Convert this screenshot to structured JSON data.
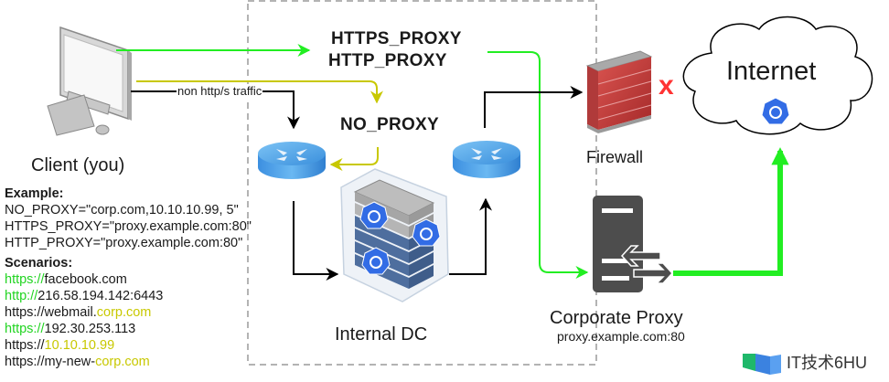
{
  "nodes": {
    "client": {
      "label": "Client (you)",
      "icon": "desktop-computer-icon"
    },
    "proxy_vars": {
      "https": "HTTPS_PROXY",
      "http": "HTTP_PROXY"
    },
    "no_proxy": {
      "label": "NO_PROXY"
    },
    "firewall": {
      "label": "Firewall",
      "icon": "brick-firewall-icon",
      "blocked_mark": "x"
    },
    "internet": {
      "label": "Internet",
      "icon": "kubernetes-icon"
    },
    "internal_dc": {
      "label": "Internal DC",
      "icon": "server-rack-kubernetes-icon"
    },
    "corporate_proxy": {
      "label": "Corporate Proxy",
      "sublabel": "proxy.example.com:80",
      "icon": "proxy-server-icon"
    },
    "router_left": {
      "icon": "router-icon"
    },
    "router_right": {
      "icon": "router-icon"
    }
  },
  "edges": {
    "non_http_label": "non http/s traffic"
  },
  "colors": {
    "proxy_path": "#22ee22",
    "no_proxy_path": "#c8c800",
    "default_path": "#000000",
    "blocked": "#ff3333",
    "dc_boundary": "#b3b3b3"
  },
  "example": {
    "heading": "Example:",
    "lines": [
      "NO_PROXY=\"corp.com,10.10.10.99, 5\"",
      "HTTPS_PROXY=\"proxy.example.com:80\"",
      "HTTP_PROXY=\"proxy.example.com:80\""
    ]
  },
  "scenarios": {
    "heading": "Scenarios:",
    "items": [
      {
        "prefix": "https://",
        "rest": "facebook.com",
        "prefix_color": "green",
        "rest_color": "default"
      },
      {
        "prefix": "http://",
        "rest": "216.58.194.142:6443",
        "prefix_color": "green",
        "rest_color": "default"
      },
      {
        "prefix": "https://webmail.",
        "rest": "corp.com",
        "prefix_color": "default",
        "rest_color": "yellow"
      },
      {
        "prefix": "https://",
        "rest": "192.30.253.113",
        "prefix_color": "green",
        "rest_color": "default"
      },
      {
        "prefix": "https://",
        "rest": "10.10.10.99",
        "prefix_color": "default",
        "rest_color": "yellow"
      },
      {
        "prefix": "https://my-new-",
        "rest": "corp.com",
        "prefix_color": "default",
        "rest_color": "yellow"
      }
    ]
  },
  "watermark": {
    "text": "IT技术6HU"
  }
}
